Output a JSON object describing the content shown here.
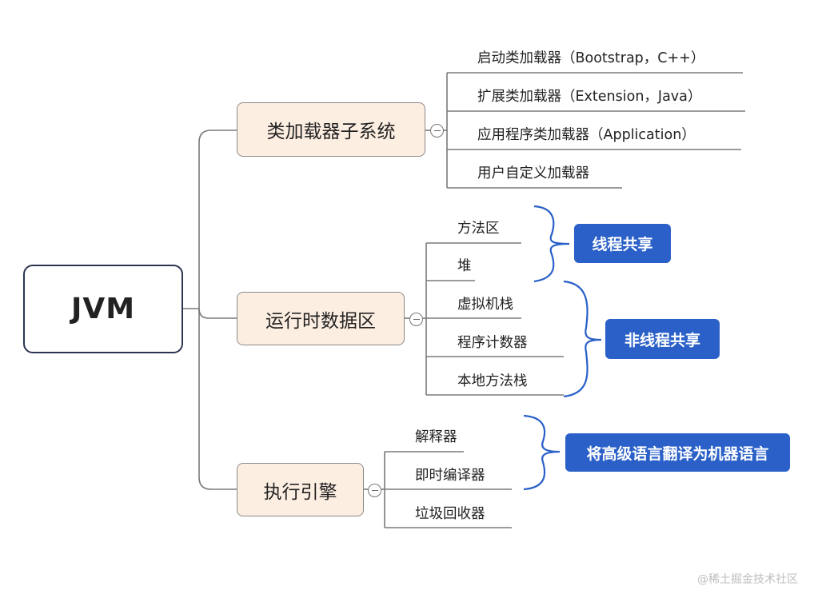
{
  "root": {
    "label": "JVM"
  },
  "branches": [
    {
      "label": "类加载器子系统",
      "children": [
        "启动类加载器（Bootstrap，C++）",
        "扩展类加载器（Extension，Java）",
        "应用程序类加载器（Application）",
        "用户自定义加载器"
      ]
    },
    {
      "label": "运行时数据区",
      "children": [
        "方法区",
        "堆",
        "虚拟机栈",
        "程序计数器",
        "本地方法栈"
      ]
    },
    {
      "label": "执行引擎",
      "children": [
        "解释器",
        "即时编译器",
        "垃圾回收器"
      ]
    }
  ],
  "annotations": [
    "线程共享",
    "非线程共享",
    "将高级语言翻译为机器语言"
  ],
  "watermark": "@稀土掘金技术社区",
  "colors": {
    "branch_fill": "#fdeee2",
    "annotation_fill": "#2a60c8",
    "brace": "#2a60c8",
    "connector": "#7a7a7a"
  }
}
